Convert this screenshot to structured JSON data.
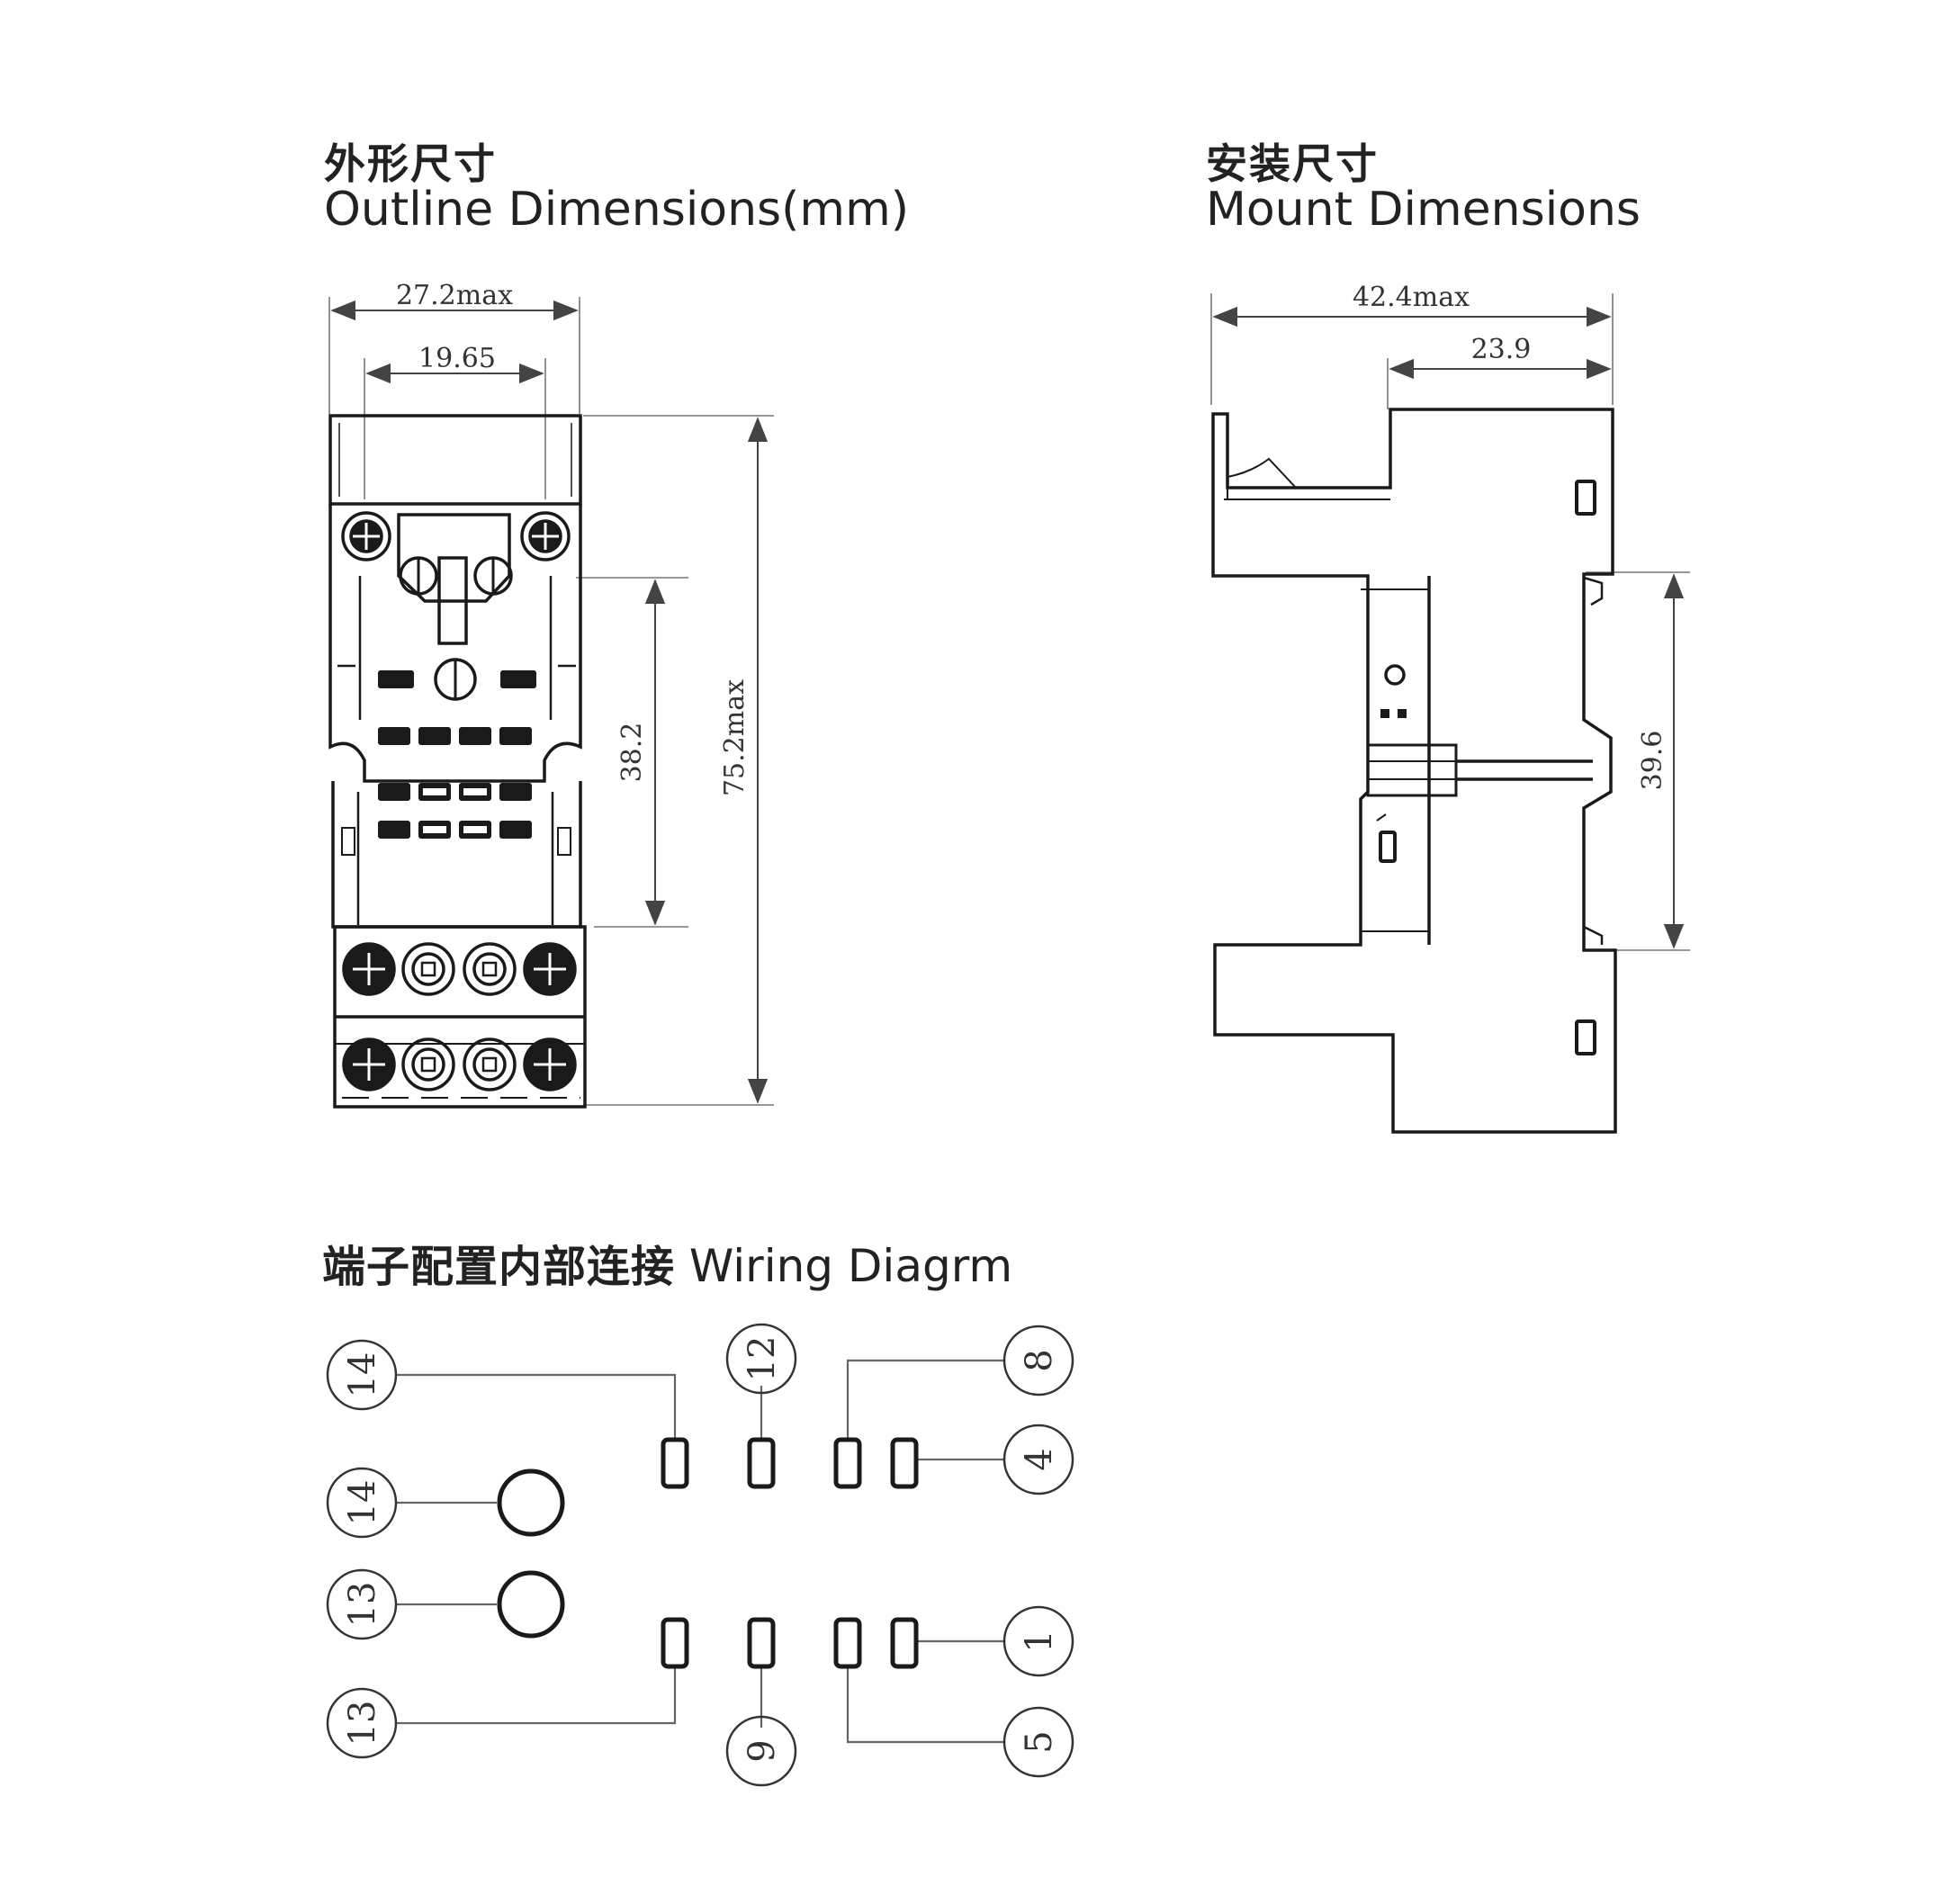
{
  "outline": {
    "title_zh": "外形尺寸",
    "title_en": "Outline Dimensions(mm)",
    "dim_width_max": "27.2max",
    "dim_screw_pitch": "19.65",
    "dim_inner_height": "38.2",
    "dim_height_max": "75.2max"
  },
  "mount": {
    "title_zh": "安装尺寸",
    "title_en": "Mount Dimensions",
    "dim_depth_max": "42.4max",
    "dim_rail_offset": "23.9",
    "dim_rail_height": "39.6"
  },
  "wiring": {
    "title_zh": "端子配置内部连接",
    "title_en": "Wiring Diagrm",
    "terminals": [
      "14",
      "14",
      "13",
      "13",
      "12",
      "9",
      "8",
      "4",
      "1",
      "5"
    ]
  },
  "colors": {
    "line": "#1a1a1a",
    "dim_line": "#555555",
    "text": "#222222"
  }
}
